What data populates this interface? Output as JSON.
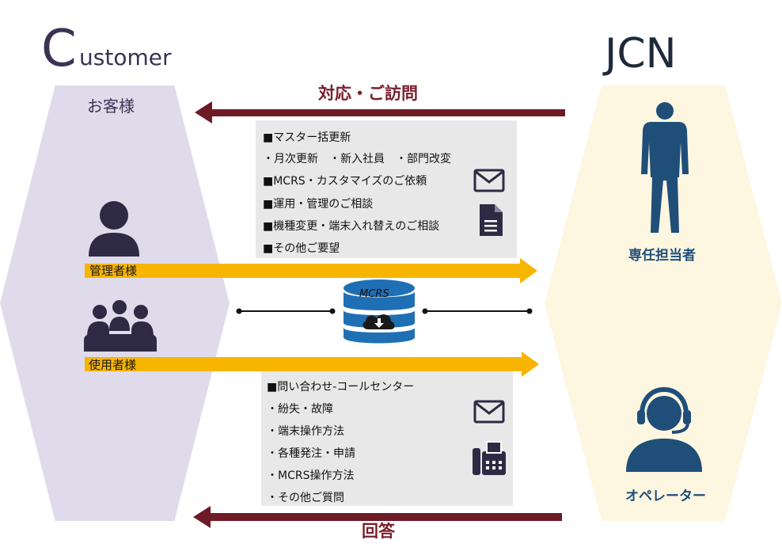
{
  "customer": {
    "title_initial": "C",
    "title_rest": "ustomer",
    "okyaku": "お客様",
    "admin_label": "管理者様",
    "user_label": "使用者様"
  },
  "jcn": {
    "title": "JCN",
    "rep_label": "専任担当者",
    "operator_label": "オペレーター"
  },
  "arrows": {
    "top": "対応・ご訪問",
    "bottom": "回答"
  },
  "center": {
    "system": "MCRS"
  },
  "upper_box": {
    "lines": [
      "■マスター括更新",
      "・月次更新　・新入社員　・部門改変",
      "■MCRS・カスタマイズのご依頼",
      "■運用・管理のご相談",
      "■機種変更・端末入れ替えのご相談",
      "■その他ご要望"
    ]
  },
  "lower_box": {
    "lines": [
      "■問い合わせ-コールセンター",
      "・紛失・故障",
      "・端末操作方法",
      "・各種発注・申請",
      "・MCRS操作方法",
      "・その他ご質問"
    ]
  },
  "colors": {
    "arrow_dark": "#6e1b27",
    "arrow_yellow": "#f7b500",
    "left_hex": "#e0dbea",
    "right_hex": "#fdf6e0",
    "jcn_blue": "#1f4e79",
    "icon_dark": "#2f2a44"
  },
  "icons": [
    "person-icon",
    "group-icon",
    "mail-icon",
    "document-icon",
    "fax-icon",
    "businessman-icon",
    "headset-operator-icon",
    "database-cloud-icon"
  ]
}
